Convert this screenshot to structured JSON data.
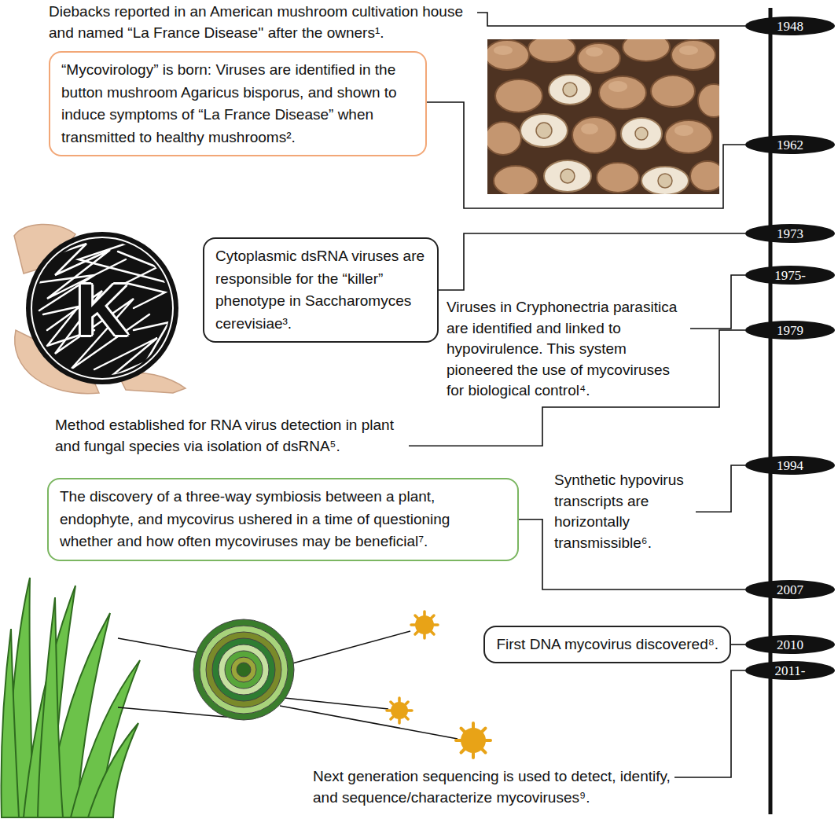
{
  "diagram": {
    "nodes": [
      {
        "text": [
          "Diebacks reported in an American mushroom cultivation house and named “La France Disease'' after the owners¹."
        ]
      },
      {
        "text": [
          "1948"
        ]
      },
      {
        "text": [
          "“Mycovirology” is born: Viruses are identified in the button mushroom Agaricus bisporus, and shown to induce symptoms of “La France Disease” when transmitted to healthy mushrooms²."
        ]
      },
      {
        "text": [
          "1962"
        ]
      },
      {
        "text": [
          "Cytoplasmic dsRNA viruses are responsible for the “killer” phenotype in Saccharomyces cerevisiae³."
        ]
      },
      {
        "text": [
          "1973"
        ]
      },
      {
        "text": [
          "Viruses in Cryphonectria parasitica are identified and linked to hypovirulence. This system pioneered the use of mycoviruses for biological control⁴."
        ]
      },
      {
        "text": [
          "1975-"
        ]
      },
      {
        "text": [
          "1979"
        ]
      },
      {
        "text": [
          "Method established for RNA virus detection in plant and fungal species via isolation of dsRNA⁵."
        ]
      },
      {
        "text": [
          "Synthetic hypovirus transcripts are horizontally transmissible⁶."
        ]
      },
      {
        "text": [
          "1994"
        ]
      },
      {
        "text": [
          "The discovery of a three-way symbiosis between a plant, endophyte, and mycovirus ushered in a time of questioning whether and how often mycoviruses may be beneficial⁷."
        ]
      },
      {
        "text": [
          "2007"
        ]
      },
      {
        "text": [
          "First DNA mycovirus discovered⁸."
        ]
      },
      {
        "text": [
          "2010"
        ]
      },
      {
        "text": [
          "2011-"
        ]
      },
      {
        "text": [
          "Next generation sequencing is used to detect, identify, and sequence/characterize mycoviruses⁹."
        ]
      }
    ],
    "edges": [
      {
        "from": 0,
        "to": 1,
        "arrow": "none"
      },
      {
        "from": 2,
        "to": 3,
        "arrow": "none"
      },
      {
        "from": 4,
        "to": 5,
        "arrow": "none"
      },
      {
        "from": 6,
        "to": 7,
        "arrow": "none"
      },
      {
        "from": 9,
        "to": 8,
        "arrow": "none"
      },
      {
        "from": 10,
        "to": 11,
        "arrow": "none"
      },
      {
        "from": 12,
        "to": 13,
        "arrow": "none"
      },
      {
        "from": 14,
        "to": 15,
        "arrow": "none"
      },
      {
        "from": 17,
        "to": 16,
        "arrow": "none"
      }
    ],
    "labels": [
      "K"
    ]
  }
}
